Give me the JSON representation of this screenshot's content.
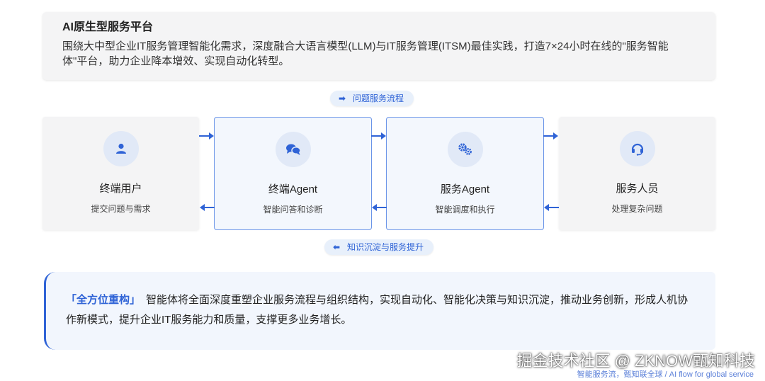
{
  "intro": {
    "title": "AI原生型服务平台",
    "body": "围绕大中型企业IT服务管理智能化需求，深度融合大语言模型(LLM)与IT服务管理(ITSM)最佳实践，打造7×24小时在线的\"服务智能体\"平台，助力企业降本增效、实现自动化转型。"
  },
  "flow": {
    "top_label": "问题服务流程",
    "bottom_label": "知识沉淀与服务提升"
  },
  "nodes": [
    {
      "name": "终端用户",
      "desc": "提交问题与需求",
      "icon": "user-icon"
    },
    {
      "name": "终端Agent",
      "desc": "智能问答和诊断",
      "icon": "chat-bubbles-icon"
    },
    {
      "name": "服务Agent",
      "desc": "智能调度和执行",
      "icon": "gears-icon"
    },
    {
      "name": "服务人员",
      "desc": "处理复杂问题",
      "icon": "headset-icon"
    }
  ],
  "summary": {
    "highlight": "「全方位重构」",
    "text": "智能体将全面深度重塑企业服务流程与组织结构，实现自动化、智能化决策与知识沉淀，推动业务创新，形成人机协作新模式，提升企业IT服务能力和质量，支撑更多业务增长。"
  },
  "watermark": "掘金技术社区 @ ZKNOW甄知科技",
  "caption": "智能服务流，甄知联全球 / AI flow for global service",
  "colors": {
    "accent": "#2f63d6",
    "agent_border": "#6b95e8",
    "panel_bg": "#f4f4f5",
    "icon_circle": "#e1e9f7"
  }
}
